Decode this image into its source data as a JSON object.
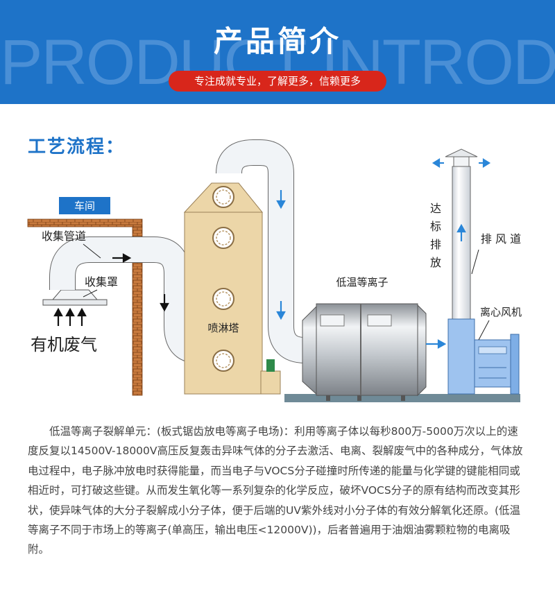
{
  "header": {
    "title": "产品简介",
    "bg_text": "PRODUCT INTRODUCTION",
    "slogan": "专注成就专业，了解更多，信赖更多"
  },
  "section": {
    "title": "工艺流程："
  },
  "diagram": {
    "workshop": "车间",
    "collect_pipe": "收集管道",
    "collect_hood": "收集罩",
    "organic_gas": "有机废气",
    "spray_tower": "喷淋塔",
    "plasma": "低温等离子",
    "fan": "离心风机",
    "duct": "排 风 道",
    "emission": [
      "达",
      "标",
      "排",
      "放"
    ]
  },
  "description": "低温等离子裂解单元：(板式锯齿放电等离子电场)：利用等离子体以每秒800万-5000万次以上的速度反复以14500V-18000V高压反复轰击异味气体的分子去激活、电离、裂解废气中的各种成分，气体放电过程中，电子脉冲放电时获得能量，而当电子与VOCS分子碰撞时所传递的能量与化学键的键能相同或相近时，可打破这些键。从而发生氧化等一系列复杂的化学反应，破坏VOCS分子的原有结构而改变其形状，使异味气体的大分子裂解成小分子体，便于后端的UV紫外线对小分子体的有效分解氧化还原。(低温等离子不同于市场上的等离子(单高压，输出电压<12000V))，后者普遍用于油烟油雾颗粒物的电离吸附。",
  "colors": {
    "blue": "#1e73c8",
    "red": "#d8261b",
    "tower": "#ecd6a8",
    "pipe": "#eef1f4",
    "fan": "#9ec3ef"
  }
}
